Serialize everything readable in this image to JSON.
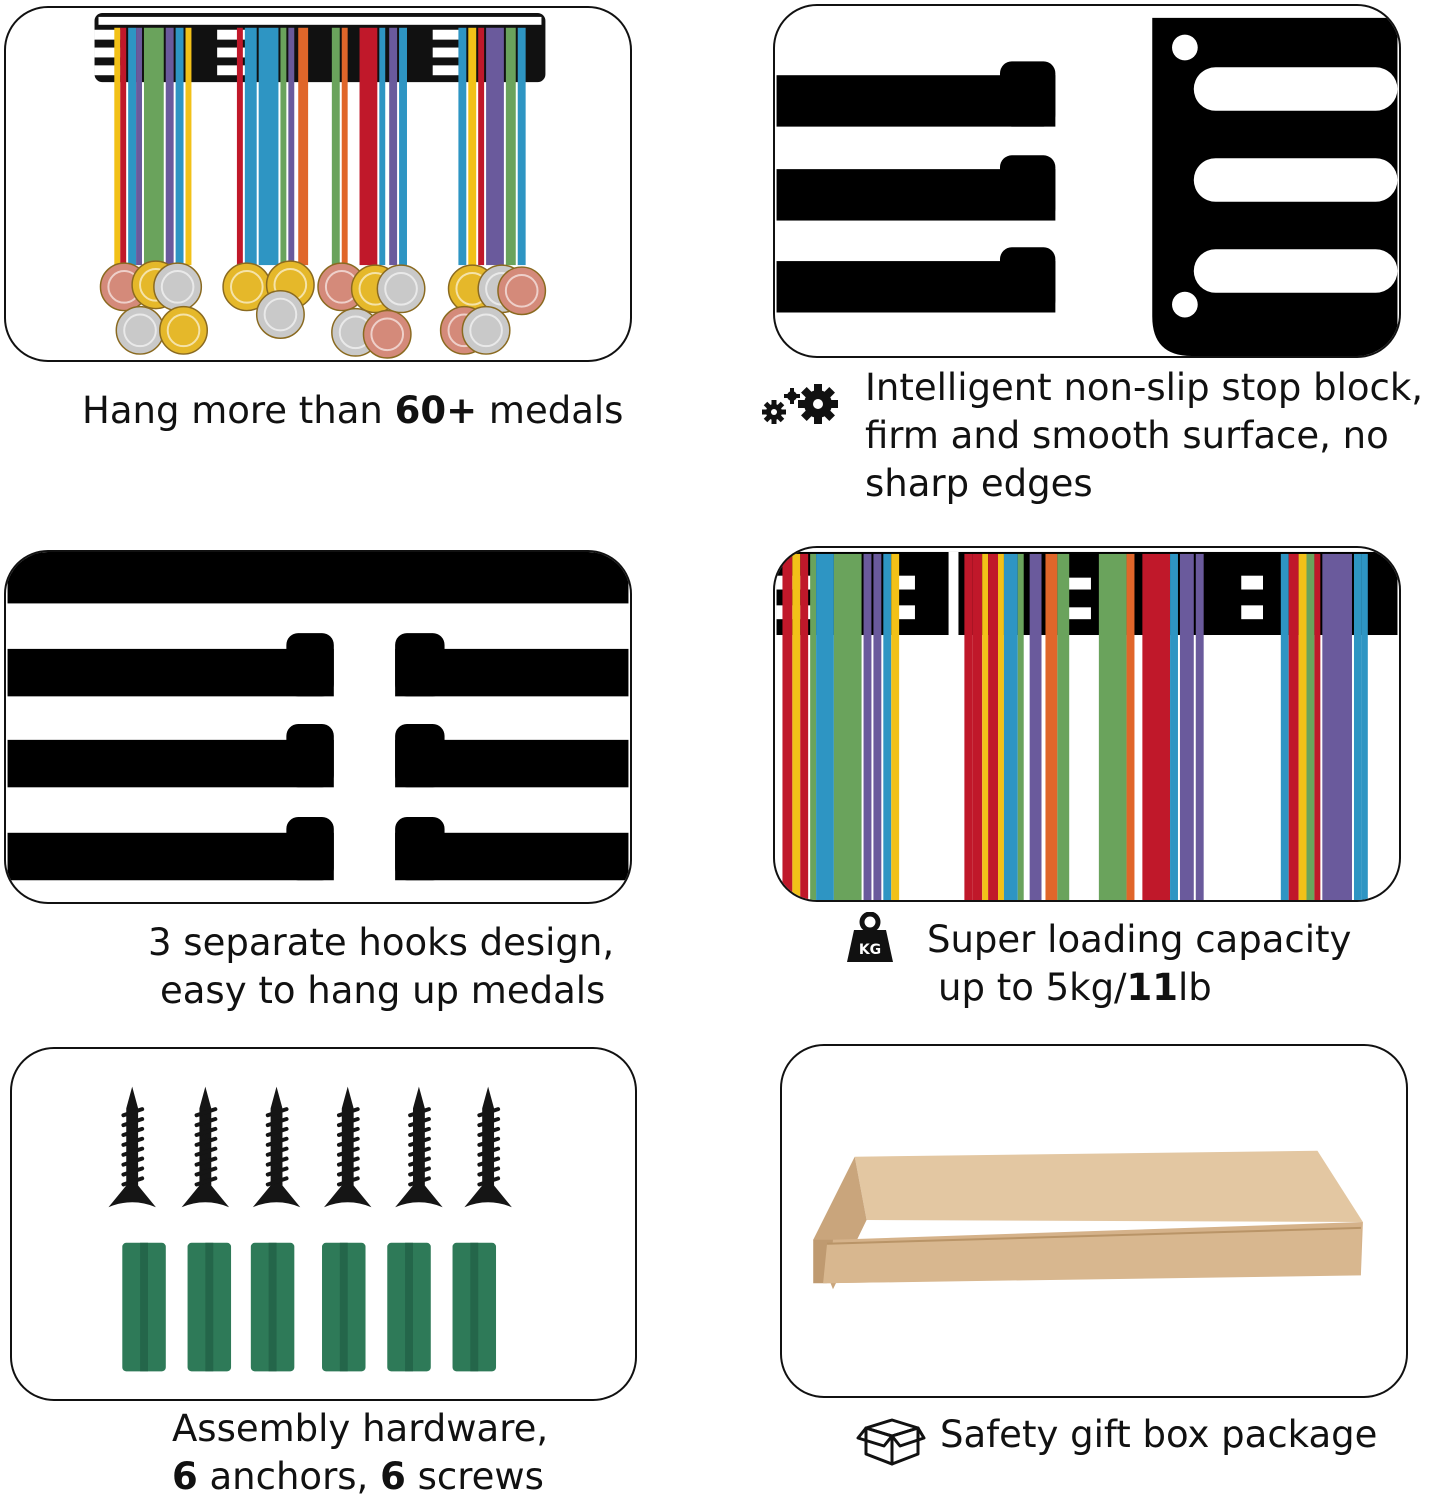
{
  "captions": {
    "medals": {
      "pre": "Hang more than ",
      "bold": "60+",
      "post": " medals"
    },
    "stop_block": {
      "line1": "Intelligent non-slip stop block,",
      "line2": "firm and smooth surface, no",
      "line3": "sharp edges"
    },
    "hooks": {
      "line1": "3 separate hooks design,",
      "line2": "easy to hang up medals"
    },
    "capacity": {
      "line1": "Super loading capacity",
      "line2_pre": "up to 5kg/",
      "line2_bold": "11",
      "line2_post": "lb"
    },
    "hardware": {
      "line1": "Assembly hardware,",
      "l2_n1": "6",
      "l2_t1": " anchors, ",
      "l2_n2": "6",
      "l2_t2": " screws"
    },
    "package": {
      "text": "Safety gift box package"
    }
  },
  "icons": {
    "gear": "gears-icon",
    "weight": "kg-weight-icon",
    "weight_label": "KG",
    "box": "gift-box-icon"
  },
  "colors": {
    "ribbon_red": "#c0182a",
    "ribbon_green": "#6aa35c",
    "ribbon_blue": "#2e95c3",
    "ribbon_purple": "#6a5a9c",
    "ribbon_yellow": "#f2c118",
    "ribbon_orange": "#e0662a",
    "anchor_green": "#2e7a58",
    "box_kraft": "#d8b78f"
  }
}
